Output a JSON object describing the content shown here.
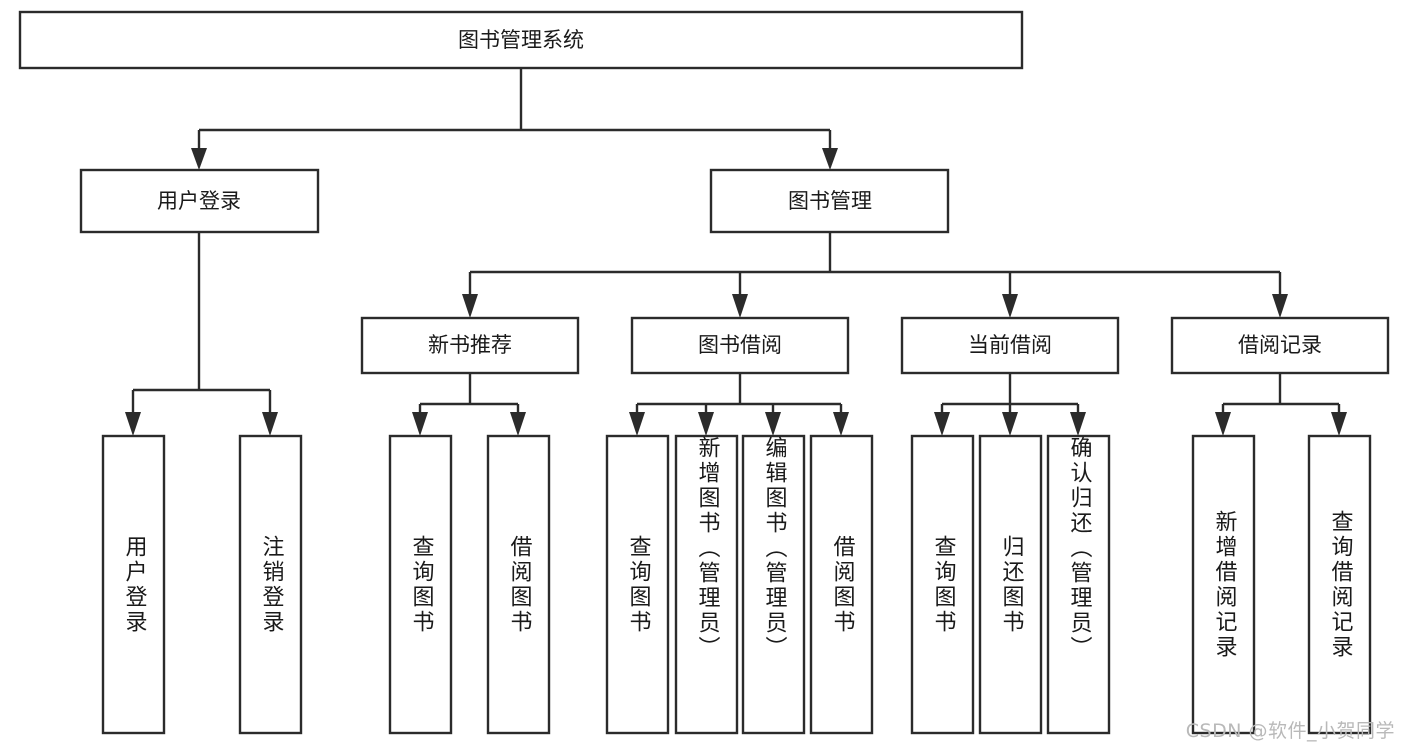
{
  "diagram": {
    "title": "图书管理系统",
    "type": "tree",
    "orientation": "top-down",
    "colors": {
      "box_fill": "#ffffff",
      "box_stroke": "#2b2b2b",
      "text": "#1a1a1a",
      "background": "#ffffff",
      "watermark": "#b9b9b9"
    },
    "root": {
      "label": "图书管理系统"
    },
    "level2": [
      {
        "label": "用户登录"
      },
      {
        "label": "图书管理"
      }
    ],
    "level3": [
      {
        "label": "新书推荐"
      },
      {
        "label": "图书借阅"
      },
      {
        "label": "当前借阅"
      },
      {
        "label": "借阅记录"
      }
    ],
    "leaves": {
      "user_login": [
        {
          "label": "用户登录"
        },
        {
          "label": "注销登录"
        }
      ],
      "new_book_recommend": [
        {
          "label": "查询图书"
        },
        {
          "label": "借阅图书"
        }
      ],
      "book_borrow": [
        {
          "label": "查询图书"
        },
        {
          "label": "新增图书（管理员）"
        },
        {
          "label": "编辑图书（管理员）"
        },
        {
          "label": "借阅图书"
        }
      ],
      "current_borrow": [
        {
          "label": "查询图书"
        },
        {
          "label": "归还图书"
        },
        {
          "label": "确认归还（管理员）"
        }
      ],
      "borrow_record": [
        {
          "label": "新增借阅记录"
        },
        {
          "label": "查询借阅记录"
        }
      ]
    }
  },
  "watermark": {
    "text": "CSDN @软件_小贺同学"
  }
}
